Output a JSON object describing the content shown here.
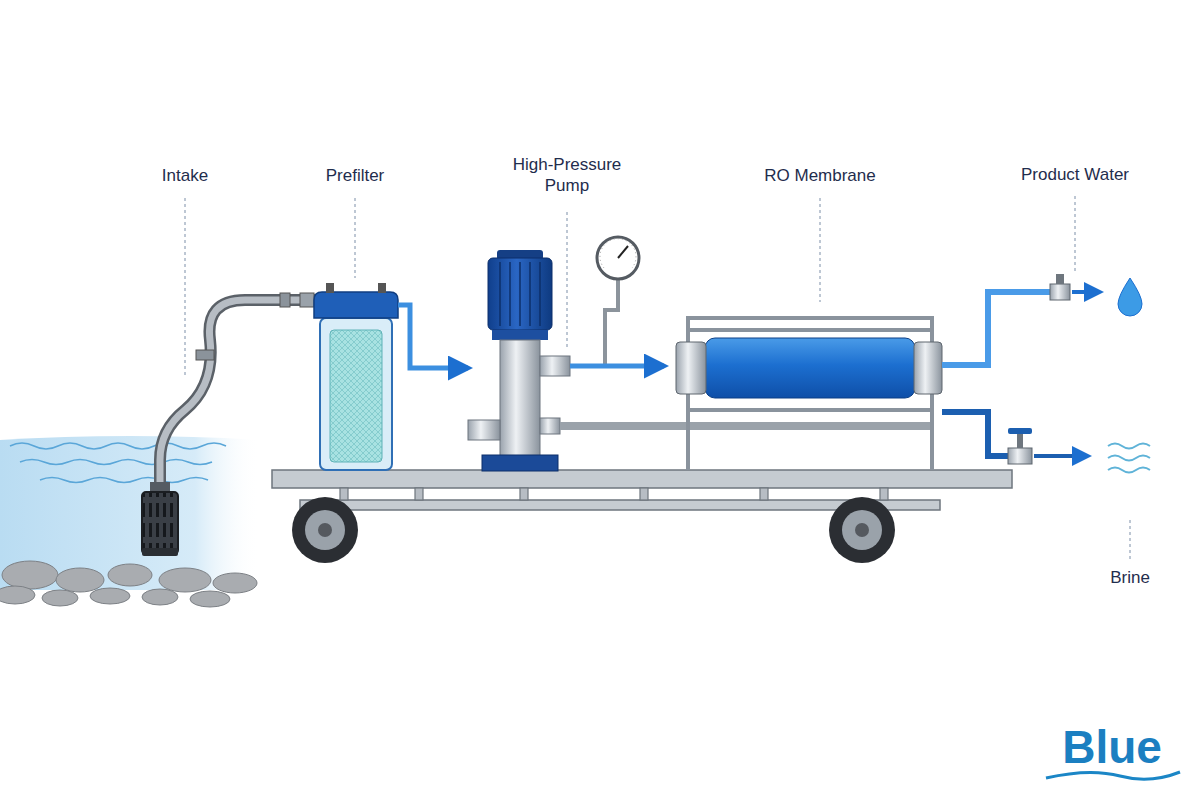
{
  "diagram": {
    "labels": [
      "Intake",
      "Prefilter",
      "High-Pressure Pump",
      "RO Membrane",
      "Product Water",
      "Brine",
      "Blue"
    ]
  }
}
